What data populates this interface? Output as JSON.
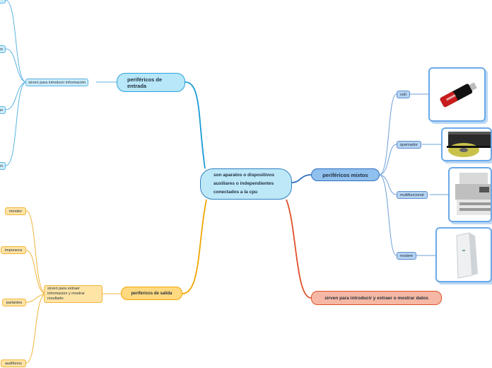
{
  "center": {
    "line1": "son aparatos o dispositivos",
    "line2": "auxiliares o independientes",
    "line3": "conectados a la cpu"
  },
  "entrada": {
    "title": "periféricos de entrada",
    "desc": "sirven para introducir información",
    "items": [
      "",
      "es",
      "mo",
      "en"
    ]
  },
  "mixtos": {
    "title": "periféricos mixtos",
    "items": [
      "usb",
      "quemador",
      "multifuncional",
      "modem"
    ],
    "images": [
      "usb-drive-image",
      "dvd-burner-image",
      "multifunction-printer-image",
      "modem-image"
    ]
  },
  "salida": {
    "title": "perifericos de salida",
    "desc_line1": "sirven para extraer",
    "desc_line2": "informacion y mostrar",
    "desc_line3": "resultado",
    "items": [
      "monitor",
      "impresora",
      "parlantes",
      "audifonos"
    ]
  },
  "io": {
    "title": "sirven para introducir y extraer o mostrar datos"
  },
  "colors": {
    "entrada": "#2aa3df",
    "mixtos": "#2d6fbf",
    "salida": "#f0a500",
    "io": "#e0502a"
  }
}
